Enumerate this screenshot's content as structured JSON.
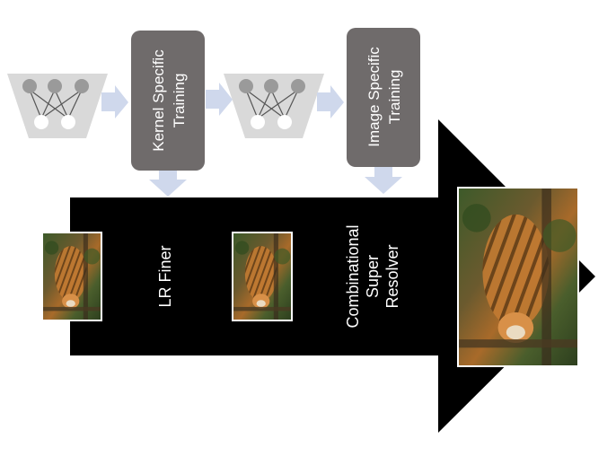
{
  "title": "",
  "blocks": {
    "kernel_training": {
      "line1": "Kernel Specific",
      "line2": "Training"
    },
    "image_training": {
      "line1": "Image Specific",
      "line2": "Training"
    },
    "lr_finer": {
      "label": "LR Finer"
    },
    "super_resolver": {
      "line1": "Combinational",
      "line2": "Super",
      "line3": "Resolver"
    }
  },
  "colors": {
    "box_fill": "#6f6b6b",
    "box_text": "#ffffff",
    "arrow_fill": "#cfd8ec",
    "network_fill": "#d9d9d9",
    "node_dark": "#9a9a9a",
    "node_light": "#ffffff",
    "big_arrow": "#000000",
    "label_text": "#ffffff"
  },
  "icons": {
    "network": "neural-network-icon",
    "image": "tiger-photo"
  }
}
